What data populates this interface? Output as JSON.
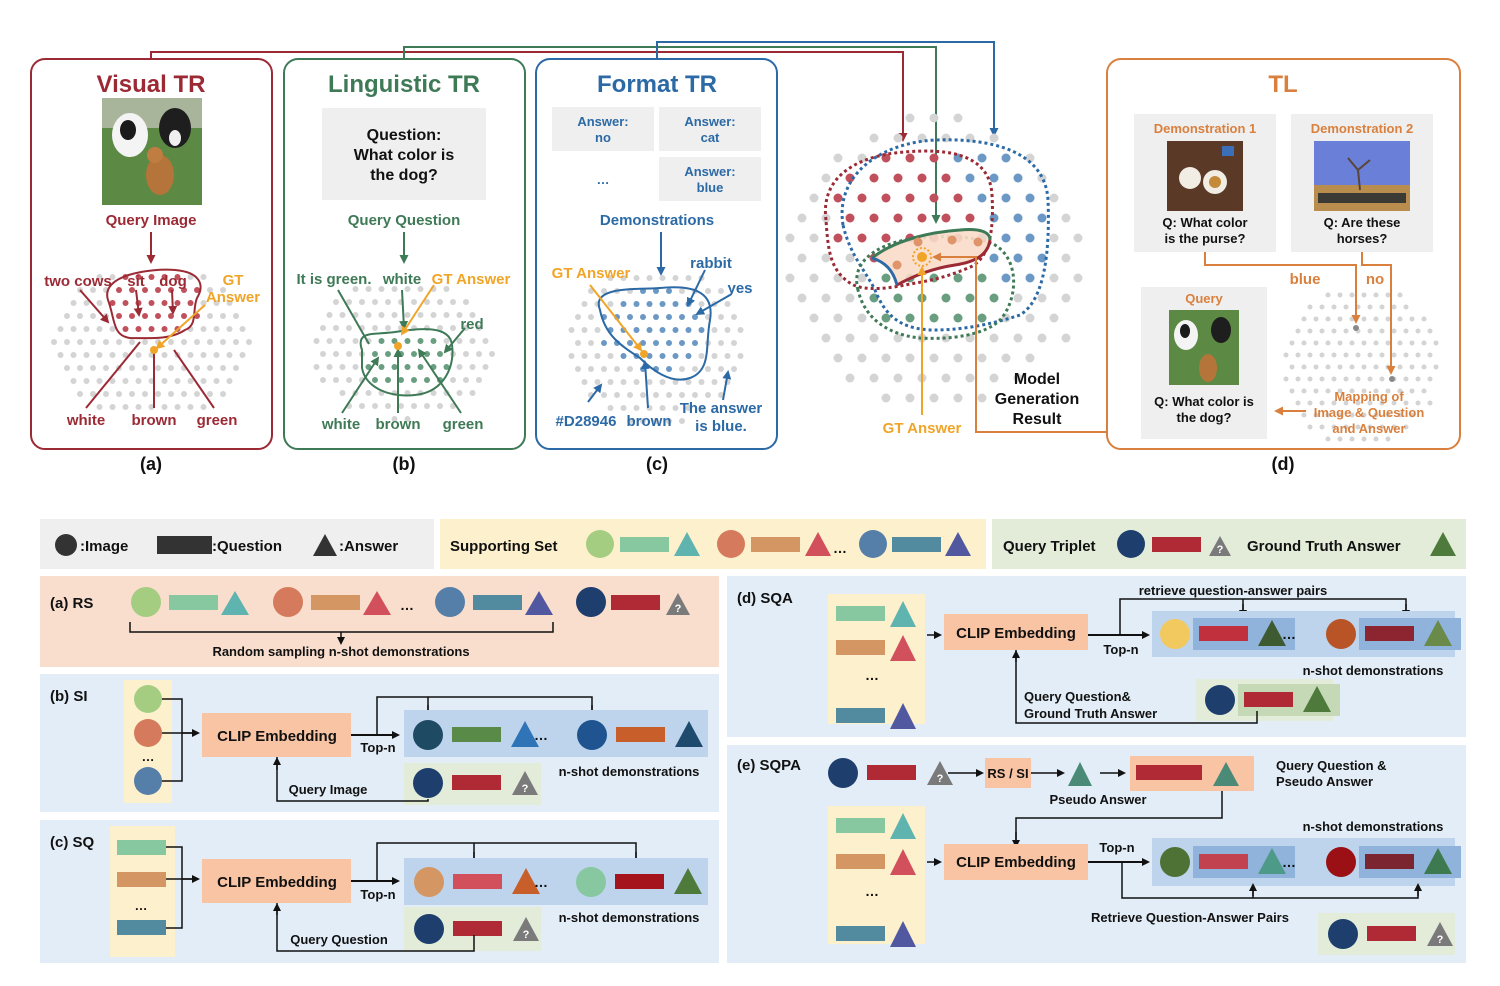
{
  "colors": {
    "visual": "#9b2a35",
    "linguistic": "#3f7a57",
    "format": "#2c6aa6",
    "tl": "#d9803e",
    "gt": "#f0a529",
    "grey_dot": "#d4d4d4",
    "red_dot": "#c0505c",
    "green_dot": "#6a9e80",
    "blue_dot": "#6b98c4",
    "orange_dot": "#e0946a"
  },
  "top": {
    "visual_tr": {
      "title": "Visual TR",
      "image_label": "Query Image",
      "image_alt": "cows-and-dog-photo",
      "labels": {
        "two_cows": "two cows",
        "sit": "sit",
        "dog": "dog",
        "gt1": "GT",
        "gt2": "Answer",
        "white": "white",
        "brown": "brown",
        "green": "green"
      },
      "caption": "(a)"
    },
    "linguistic_tr": {
      "title": "Linguistic TR",
      "question_lines": [
        "Question:",
        "What color is",
        "the dog?"
      ],
      "query_label": "Query Question",
      "labels": {
        "it_is_green": "It is green.",
        "white_top": "white",
        "gt": "GT Answer",
        "red": "red",
        "white": "white",
        "brown": "brown",
        "green": "green"
      },
      "caption": "(b)"
    },
    "format_tr": {
      "title": "Format TR",
      "demos": [
        {
          "line1": "Answer:",
          "line2": "no"
        },
        {
          "line1": "Answer:",
          "line2": "cat"
        },
        {
          "line1": "…",
          "line2": ""
        },
        {
          "line1": "Answer:",
          "line2": "blue"
        }
      ],
      "demos_label": "Demonstrations",
      "labels": {
        "gt": "GT Answer",
        "rabbit": "rabbit",
        "yes": "yes",
        "hex": "#D28946",
        "brown": "brown",
        "answer1": "The answer",
        "answer2": "is blue."
      },
      "caption": "(c)"
    },
    "center": {
      "gt": "GT Answer",
      "model_lines": [
        "Model",
        "Generation",
        "Result"
      ]
    },
    "tl": {
      "title": "TL",
      "demo1": {
        "title": "Demonstration 1",
        "q_lines": [
          "Q: What color",
          "is the purse?"
        ],
        "answer": "blue"
      },
      "demo2": {
        "title": "Demonstration 2",
        "q_lines": [
          "Q: Are these",
          "horses?"
        ],
        "answer": "no"
      },
      "query": {
        "title": "Query",
        "q_lines": [
          "Q: What color is",
          "the dog?"
        ]
      },
      "mapping_lines": [
        "Mapping of",
        "Image & Question",
        "and Answer"
      ],
      "caption": "(d)"
    }
  },
  "legend": {
    "image": ":Image",
    "question": ":Question",
    "answer": ":Answer",
    "supporting_set": "Supporting Set",
    "query_triplet": "Query Triplet",
    "gt_answer": "Ground Truth Answer",
    "ellipsis": "…",
    "question_mark": "?"
  },
  "methods": {
    "rs": {
      "label": "(a) RS",
      "caption": "Random sampling n-shot demonstrations"
    },
    "si": {
      "label": "(b) SI",
      "clip": "CLIP Embedding",
      "topn": "Top-n",
      "query": "Query Image",
      "nshot": "n-shot demonstrations"
    },
    "sq": {
      "label": "(c) SQ",
      "clip": "CLIP Embedding",
      "topn": "Top-n",
      "query": "Query Question",
      "nshot": "n-shot demonstrations"
    },
    "sqa": {
      "label": "(d) SQA",
      "clip": "CLIP Embedding",
      "topn": "Top-n",
      "retrieve": "retrieve question-answer pairs",
      "nshot": "n-shot demonstrations",
      "query1": "Query Question&",
      "query2": "Ground Truth Answer"
    },
    "sqpa": {
      "label": "(e) SQPA",
      "rssi": "RS / SI",
      "pseudo": "Pseudo Answer",
      "qpa1": "Query Question &",
      "qpa2": "Pseudo Answer",
      "clip": "CLIP Embedding",
      "topn": "Top-n",
      "nshot": "n-shot demonstrations",
      "retrieve": "Retrieve Question-Answer Pairs"
    }
  }
}
